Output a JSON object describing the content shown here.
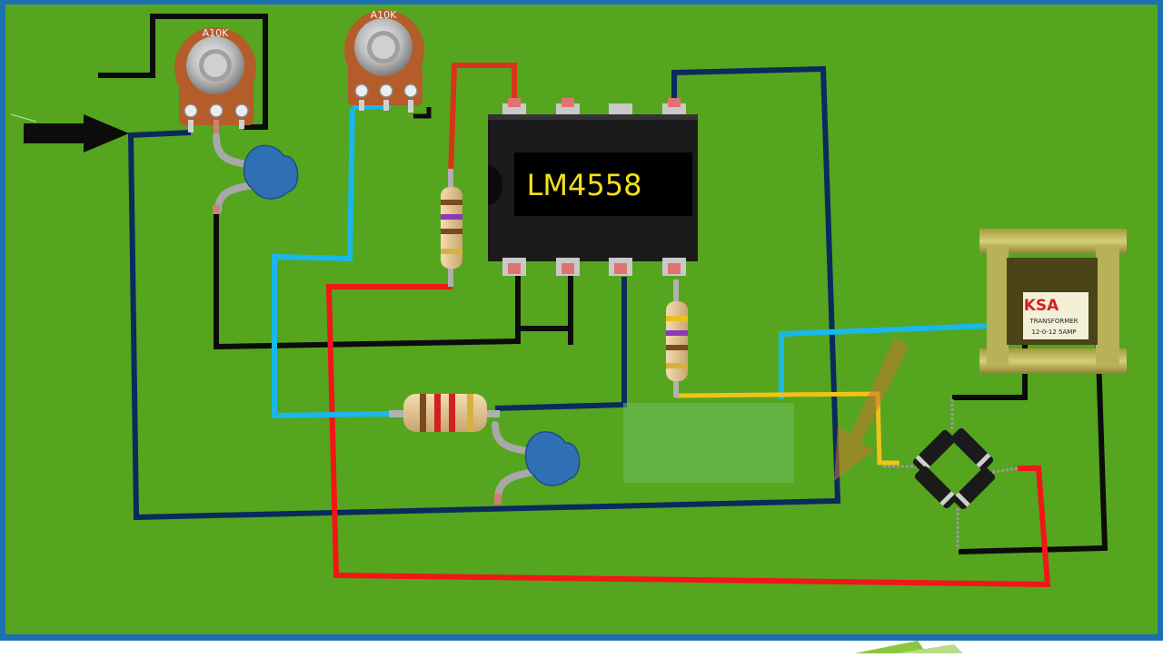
{
  "diagram": {
    "ic_label": "LM4558",
    "pot_label_1": "A10K",
    "pot_label_2": "A10K",
    "transformer_label_1": "KSA",
    "transformer_label_2": "TRANSFORMER",
    "transformer_label_3": "12-0-12 5AMP"
  },
  "colors": {
    "board": "#55a51f",
    "board_border": "#1d6fb0",
    "wire_black": "#0c0c0c",
    "wire_navy": "#0b2a5e",
    "wire_red": "#f21616",
    "wire_cyan": "#19b7ea",
    "wire_yellow": "#f2c21a",
    "ic_body": "#1b1b1b",
    "ic_label": "#f4e11a",
    "capacitor": "#2f6fb4"
  }
}
